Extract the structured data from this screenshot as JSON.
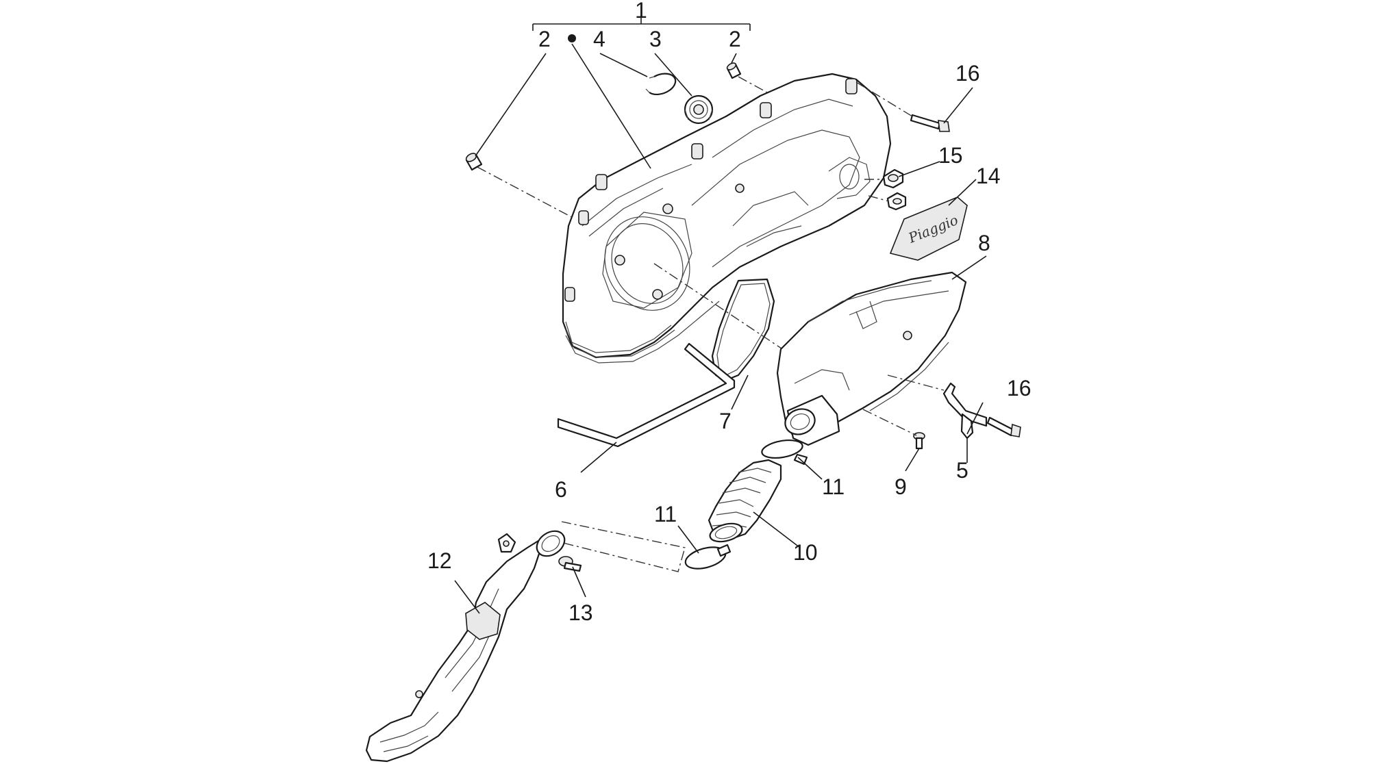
{
  "callouts": {
    "c1": "1",
    "c2_left": "2",
    "c4": "4",
    "c3": "3",
    "c2_right": "2",
    "c16_top": "16",
    "c15": "15",
    "c14": "14",
    "c8": "8",
    "c7": "7",
    "c16_bottom": "16",
    "c6": "6",
    "c11_right": "11",
    "c9": "9",
    "c5": "5",
    "c11_left": "11",
    "c10": "10",
    "c12": "12",
    "c13": "13"
  },
  "logo_text": "Piaggio"
}
